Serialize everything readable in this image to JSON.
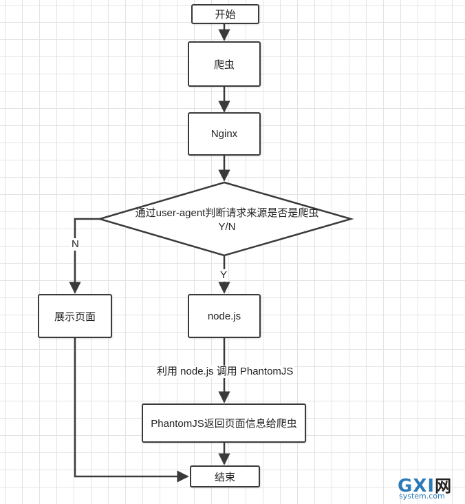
{
  "nodes": {
    "start": "开始",
    "crawler": "爬虫",
    "nginx": "Nginx",
    "decision_line1": "通过user-agent判断请求来源是否是爬虫",
    "decision_line2": "Y/N",
    "show_page": "展示页面",
    "nodejs": "node.js",
    "phantom_return": "PhantomJS返回页面信息给爬虫",
    "end": "结束"
  },
  "edge_labels": {
    "no": "N",
    "yes": "Y",
    "call_phantom": "利用 node.js 调用 PhantomJS"
  },
  "watermark": {
    "main": "GXI",
    "wang": "网",
    "sub": "system.com"
  },
  "colors": {
    "line": "#3a3a3a",
    "grid": "#e3e3e3",
    "watermark": "#2a7ab8"
  }
}
